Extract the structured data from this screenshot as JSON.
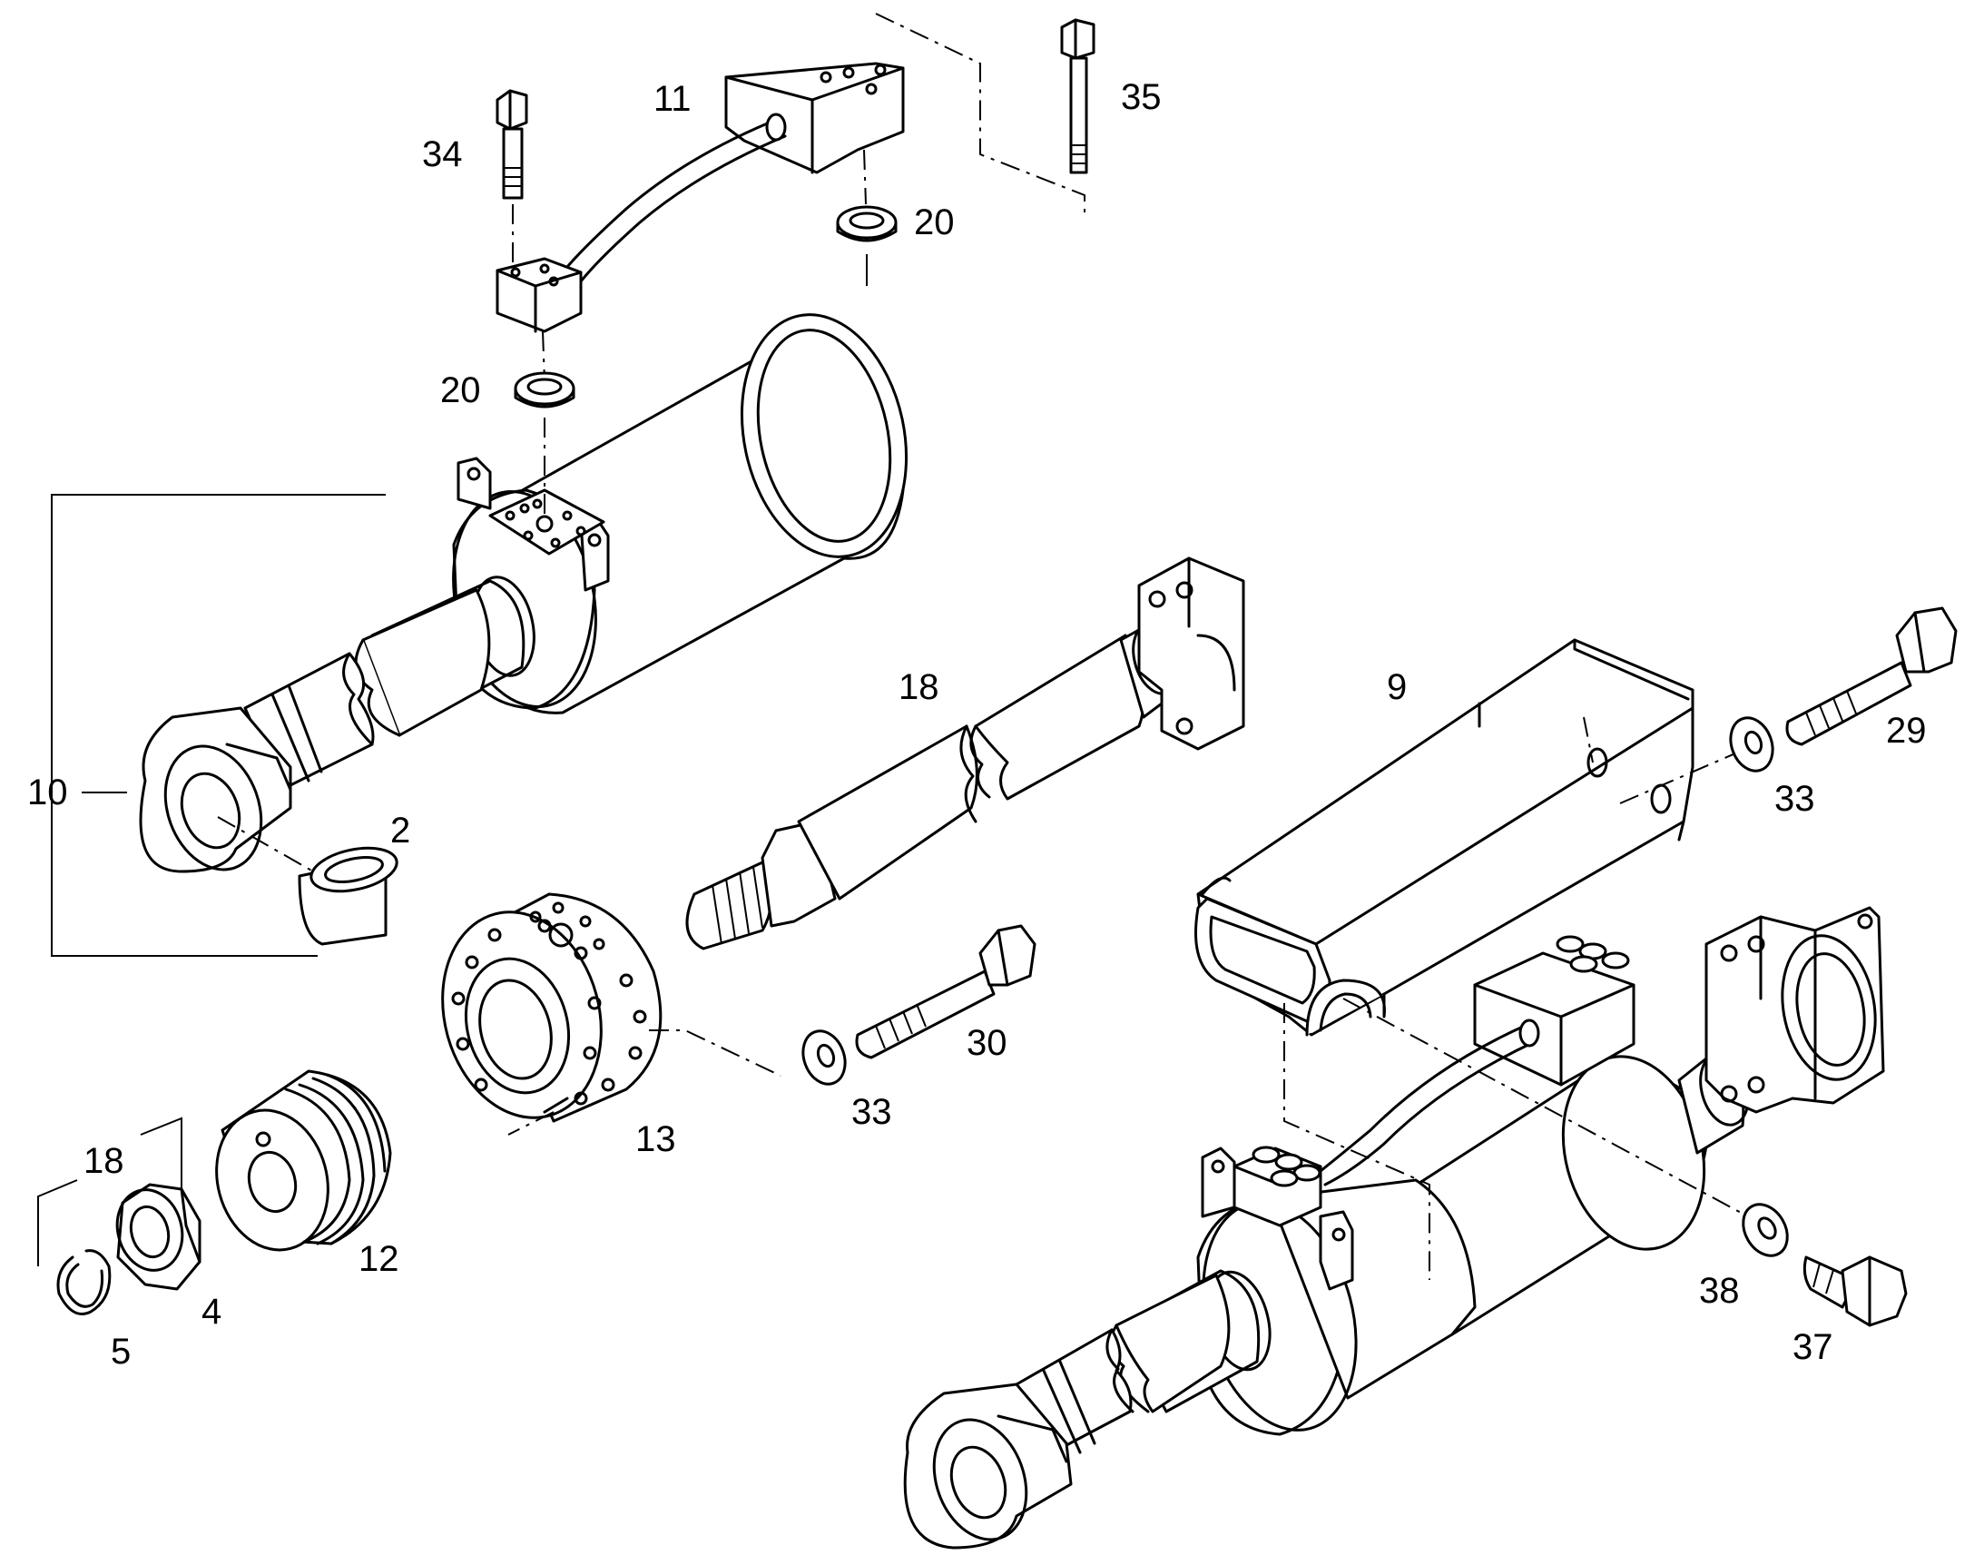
{
  "diagram": {
    "colors": {
      "line": "#000000",
      "background": "#ffffff"
    },
    "labels": {
      "c2": "2",
      "c4": "4",
      "c5": "5",
      "c9": "9",
      "c10": "10",
      "c11": "11",
      "c12": "12",
      "c13": "13",
      "c18_rod": "18",
      "c18_small": "18",
      "c20_top": "20",
      "c20_mid": "20",
      "c29": "29",
      "c30": "30",
      "c33_right": "33",
      "c33_mid": "33",
      "c34": "34",
      "c35": "35",
      "c37": "37",
      "c38": "38"
    }
  }
}
